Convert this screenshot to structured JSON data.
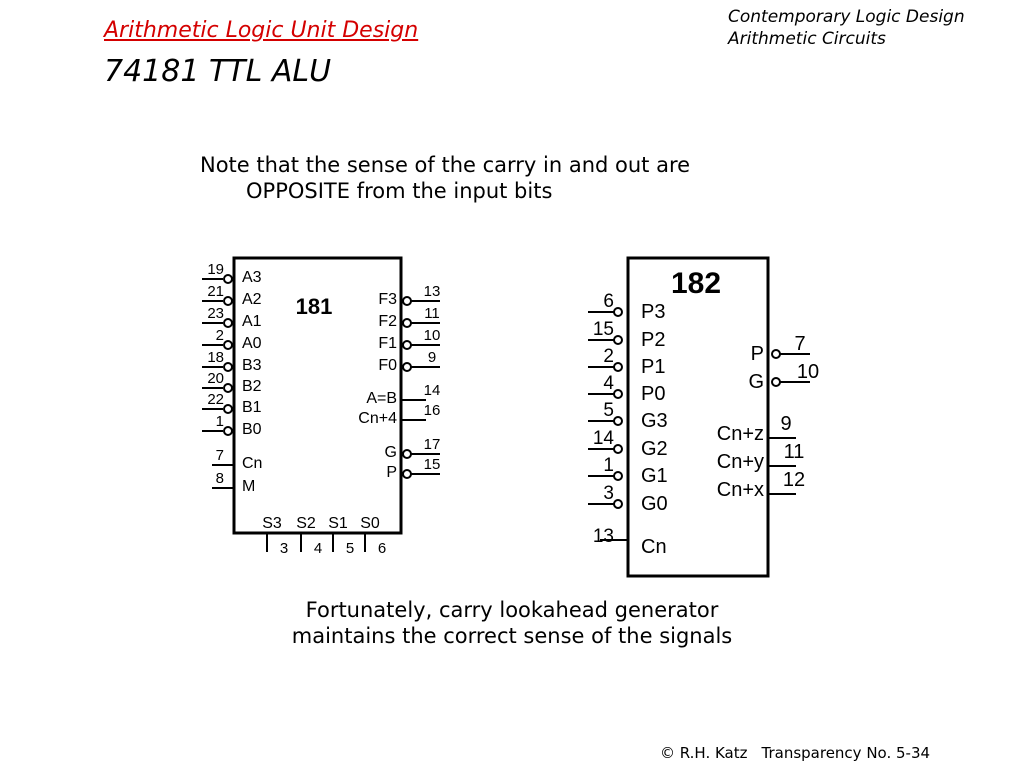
{
  "header": {
    "title": "Arithmetic Logic Unit Design",
    "subtitle": "74181 TTL ALU",
    "course": "Contemporary Logic Design",
    "topic": "Arithmetic Circuits"
  },
  "note": {
    "line1": "Note that the sense of the carry in and out are",
    "line2": "OPPOSITE from the input bits"
  },
  "chip181": {
    "name": "181",
    "left_pins": [
      {
        "label": "A3",
        "pin": "19"
      },
      {
        "label": "A2",
        "pin": "21"
      },
      {
        "label": "A1",
        "pin": "23"
      },
      {
        "label": "A0",
        "pin": "2"
      },
      {
        "label": "B3",
        "pin": "18"
      },
      {
        "label": "B2",
        "pin": "20"
      },
      {
        "label": "B1",
        "pin": "22"
      },
      {
        "label": "B0",
        "pin": "1"
      },
      {
        "label": "Cn",
        "pin": "7"
      },
      {
        "label": "M",
        "pin": "8"
      }
    ],
    "right_pins": [
      {
        "label": "F3",
        "pin": "13"
      },
      {
        "label": "F2",
        "pin": "11"
      },
      {
        "label": "F1",
        "pin": "10"
      },
      {
        "label": "F0",
        "pin": "9"
      },
      {
        "label": "A=B",
        "pin": "14"
      },
      {
        "label": "Cn+4",
        "pin": "16"
      },
      {
        "label": "G",
        "pin": "17"
      },
      {
        "label": "P",
        "pin": "15"
      }
    ],
    "bottom_pins": [
      {
        "label": "S3",
        "pin": "3"
      },
      {
        "label": "S2",
        "pin": "4"
      },
      {
        "label": "S1",
        "pin": "5"
      },
      {
        "label": "S0",
        "pin": "6"
      }
    ]
  },
  "chip182": {
    "name": "182",
    "left_pins": [
      {
        "label": "P3",
        "pin": "6"
      },
      {
        "label": "P2",
        "pin": "15"
      },
      {
        "label": "P1",
        "pin": "2"
      },
      {
        "label": "P0",
        "pin": "4"
      },
      {
        "label": "G3",
        "pin": "5"
      },
      {
        "label": "G2",
        "pin": "14"
      },
      {
        "label": "G1",
        "pin": "1"
      },
      {
        "label": "G0",
        "pin": "3"
      },
      {
        "label": "Cn",
        "pin": "13"
      }
    ],
    "right_pins": [
      {
        "label": "P",
        "pin": "7"
      },
      {
        "label": "G",
        "pin": "10"
      },
      {
        "label": "Cn+z",
        "pin": "9"
      },
      {
        "label": "Cn+y",
        "pin": "11"
      },
      {
        "label": "Cn+x",
        "pin": "12"
      }
    ]
  },
  "bottom_note": {
    "line1": "Fortunately, carry lookahead generator",
    "line2": "maintains the correct sense of the signals"
  },
  "footer": {
    "copyright": "© R.H. Katz",
    "slide": "Transparency No. 5-34"
  }
}
